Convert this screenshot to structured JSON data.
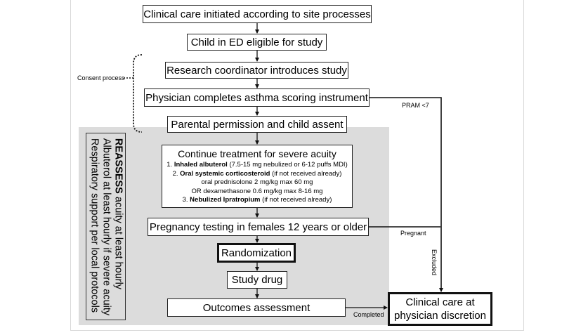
{
  "boxes": {
    "clinical_care_initiated": "Clinical care initiated according to site processes",
    "child_in_ed": "Child in ED eligible for study",
    "research_coordinator": "Research coordinator introduces study",
    "physician_scoring": "Physician completes asthma scoring instrument",
    "parental_permission": "Parental permission and child assent",
    "continue_treatment_title": "Continue treatment for severe acuity",
    "treatment_lines": [
      {
        "bold": "Inhaled albuterol",
        "rest": " (7.5-15 mg nebulized or 6-12 puffs MDI)",
        "prefix": "1. "
      },
      {
        "bold": "Oral systemic corticosteroid",
        "rest": " (if not received already)",
        "prefix": "2. "
      },
      {
        "bold": "",
        "rest": "oral prednisolone 2 mg/kg max 60 mg",
        "prefix": ""
      },
      {
        "bold": "",
        "rest": "OR dexamethasone 0.6 mg/kg max 8-16 mg",
        "prefix": ""
      },
      {
        "bold": "Nebulized Ipratropium",
        "rest": " (if not received already)",
        "prefix": "3. "
      }
    ],
    "pregnancy_testing": "Pregnancy testing in females 12 years or older",
    "randomization": "Randomization",
    "study_drug": "Study drug",
    "outcomes_assessment": "Outcomes assessment",
    "clinical_care_discretion_line1": "Clinical care at",
    "clinical_care_discretion_line2": "physician discretion"
  },
  "side_box": {
    "line1_bold": "REASSESS",
    "line1_rest": " acuity at least hourly",
    "line2": "Albuterol at least  hourly if severe acuity",
    "line3": "Respiratory support per local protocols"
  },
  "labels": {
    "consent_process": "Consent process",
    "pram": "PRAM <7",
    "pregnant": "Pregnant",
    "excluded": "Excluded",
    "completed": "Completed"
  }
}
